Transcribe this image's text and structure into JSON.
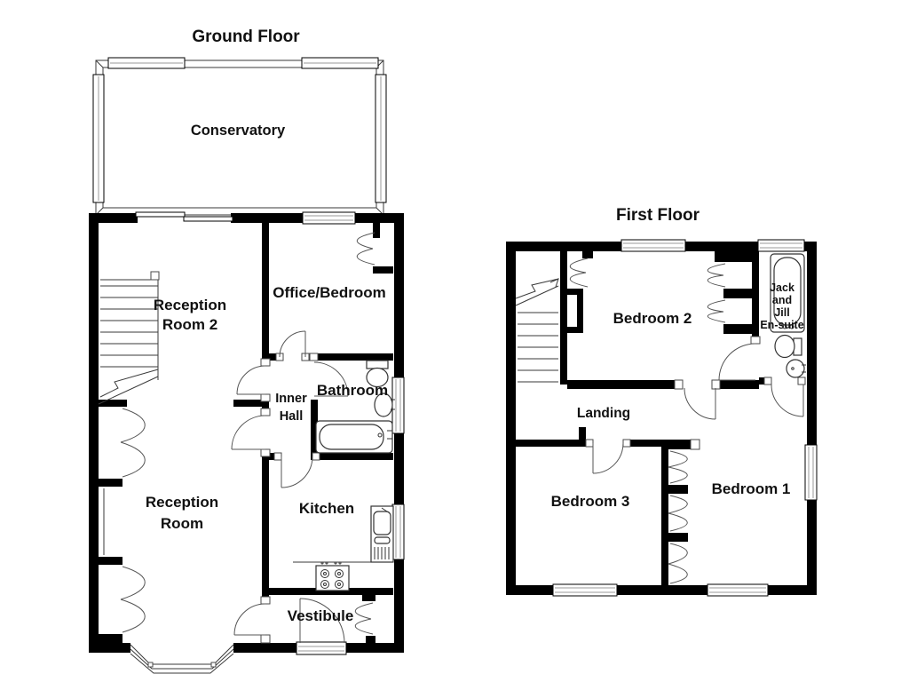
{
  "document_type": "floor-plan",
  "colors": {
    "wall": "#000000",
    "thin_line": "#3a3a3a",
    "door_arc": "#555555",
    "window_line": "#999999",
    "text": "#111111",
    "background": "#ffffff"
  },
  "ground_floor": {
    "title": "Ground Floor",
    "rooms": [
      {
        "id": "conservatory",
        "lines": [
          "Conservatory"
        ]
      },
      {
        "id": "reception-room-2",
        "lines": [
          "Reception",
          "Room 2"
        ]
      },
      {
        "id": "office-bedroom",
        "lines": [
          "Office/Bedroom"
        ]
      },
      {
        "id": "bathroom",
        "lines": [
          "Bathroom"
        ]
      },
      {
        "id": "inner-hall",
        "lines": [
          "Inner",
          "Hall"
        ]
      },
      {
        "id": "reception-room",
        "lines": [
          "Reception",
          "Room"
        ]
      },
      {
        "id": "kitchen",
        "lines": [
          "Kitchen"
        ]
      },
      {
        "id": "vestibule",
        "lines": [
          "Vestibule"
        ]
      }
    ],
    "fixtures": [
      "staircase",
      "patio-doors",
      "bay-window",
      "front-door",
      "toilet",
      "wash-basin",
      "bath",
      "kitchen-sink-drainer",
      "hob",
      "built-in-cupboards",
      "office-closet",
      "vestibule-closet"
    ]
  },
  "first_floor": {
    "title": "First Floor",
    "rooms": [
      {
        "id": "bedroom-2",
        "lines": [
          "Bedroom 2"
        ]
      },
      {
        "id": "jack-and-jill-en-suite",
        "lines": [
          "Jack",
          "and",
          "Jill",
          "En-suite"
        ]
      },
      {
        "id": "landing",
        "lines": [
          "Landing"
        ]
      },
      {
        "id": "bedroom-3",
        "lines": [
          "Bedroom 3"
        ]
      },
      {
        "id": "bedroom-1",
        "lines": [
          "Bedroom 1"
        ]
      }
    ],
    "fixtures": [
      "staircase",
      "bath",
      "toilet",
      "wash-basin",
      "fitted-wardrobes",
      "chimney-recess"
    ]
  }
}
